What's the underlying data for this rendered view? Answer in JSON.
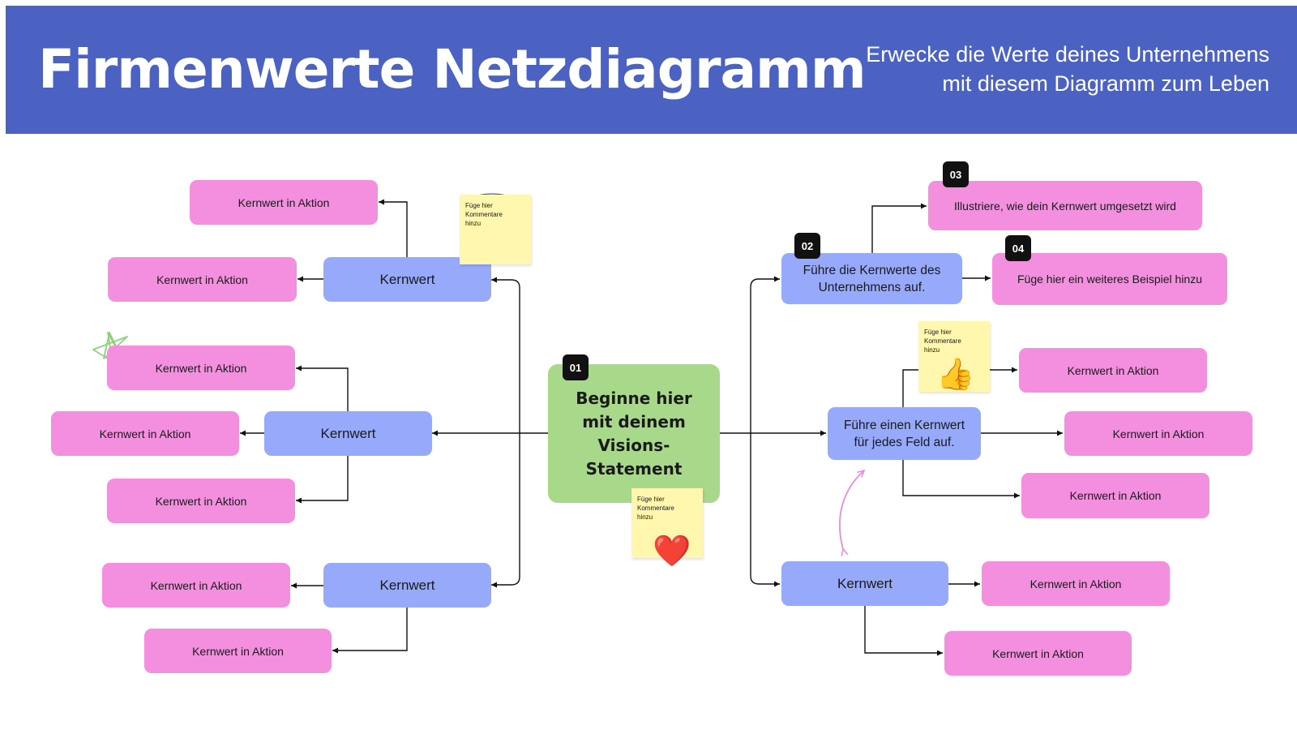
{
  "header": {
    "title": "Firmenwerte Netzdiagramm",
    "subtitle_line1": "Erwecke die Werte deines Unternehmens",
    "subtitle_line2": "mit diesem Diagramm zum Leben"
  },
  "colors": {
    "header": "#4b62c3",
    "center": "#a8d889",
    "core_value": "#97a9fb",
    "value_in_action": "#f48fe0",
    "sticky_note": "#fff7ad",
    "badge": "#111111"
  },
  "center": {
    "badge": "01",
    "text": "Beginne hier mit deinem Visions-Statement"
  },
  "left": {
    "top": {
      "label": "Kernwert",
      "actions": [
        "Kernwert in Aktion",
        "Kernwert in Aktion"
      ]
    },
    "middle": {
      "label": "Kernwert",
      "actions": [
        "Kernwert in Aktion",
        "Kernwert in Aktion",
        "Kernwert in Aktion"
      ]
    },
    "bottom": {
      "label": "Kernwert",
      "actions": [
        "Kernwert in Aktion",
        "Kernwert in Aktion"
      ]
    }
  },
  "right": {
    "top": {
      "badge": "02",
      "label": "Führe die Kernwerte des Unternehmens auf.",
      "action_03": {
        "badge": "03",
        "text": "Illustriere, wie dein Kernwert umgesetzt wird"
      },
      "action_04": {
        "badge": "04",
        "text": "Füge hier ein weiteres Beispiel hinzu"
      }
    },
    "middle": {
      "label": "Führe einen Kernwert für jedes Feld auf.",
      "actions": [
        "Kernwert in Aktion",
        "Kernwert in Aktion",
        "Kernwert in Aktion"
      ]
    },
    "bottom": {
      "label": "Kernwert",
      "actions": [
        "Kernwert in Aktion",
        "Kernwert in Aktion"
      ]
    }
  },
  "stickies": {
    "top": {
      "text": "Füge hier Kommentare hinzu"
    },
    "center": {
      "text": "Füge hier Kommentare hinzu",
      "emoji": "❤️",
      "icon": "heart-icon"
    },
    "right": {
      "text": "Füge hier Kommentare hinzu",
      "emoji": "👍",
      "icon": "thumbs-up-icon"
    }
  },
  "decorations": {
    "star": "star-doodle-icon",
    "arrow": "double-arrow-doodle-icon"
  }
}
